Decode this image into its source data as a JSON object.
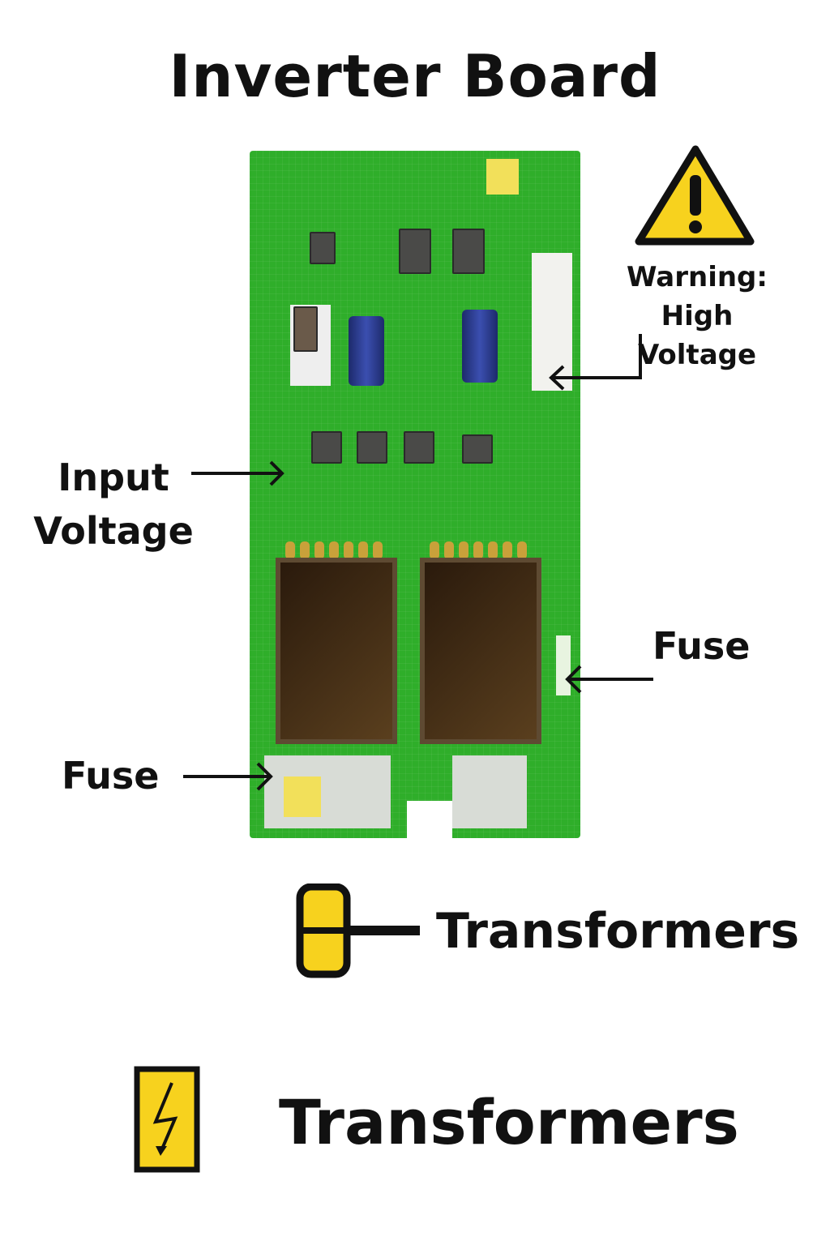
{
  "title": "Inverter Board",
  "labels": {
    "warning_line1": "Warning:",
    "warning_line2": "High Voltage",
    "input_line1": "Input",
    "input_line2": "Voltage",
    "fuse_right": "Fuse",
    "fuse_left": "Fuse",
    "legend_transformers": "Transformers",
    "bottom_transformers": "Transformers"
  },
  "colors": {
    "warning_yellow": "#f7d21e",
    "pcb_green": "#2fae2a"
  },
  "icons": [
    "warning-triangle-icon",
    "transformer-legend-icon",
    "lightning-bolt-icon"
  ]
}
